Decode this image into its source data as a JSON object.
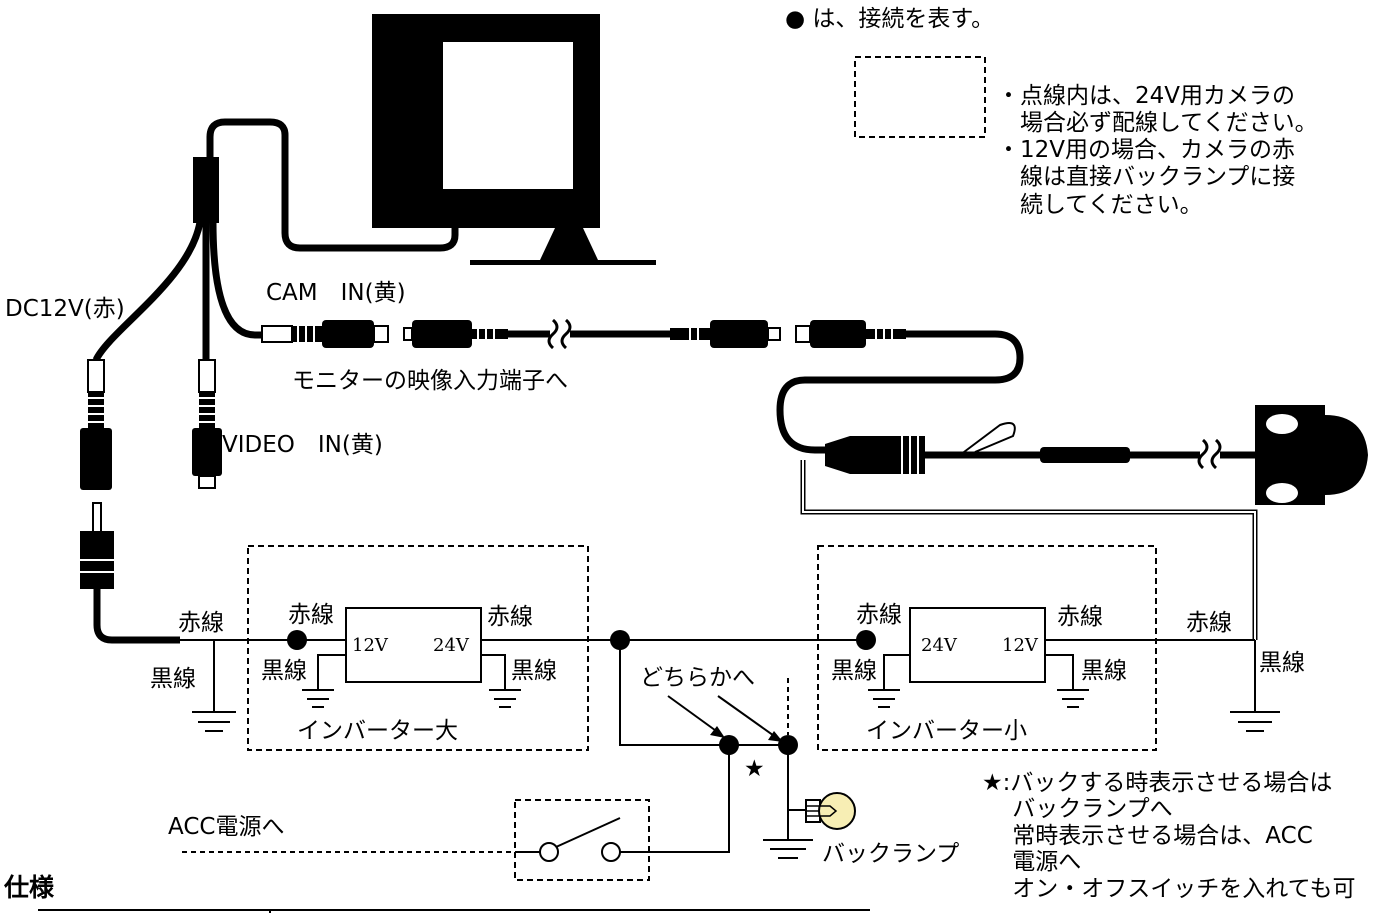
{
  "legend": {
    "dot_text": "● は、接続を表す。",
    "dashed_notes": [
      "・点線内は、24V用カメラの",
      "　場合必ず配線してください。",
      "・12V用の場合、カメラの赤",
      "　線は直接バックランプに接",
      "　続してください。"
    ]
  },
  "labels": {
    "dc12v": "DC12V(赤)",
    "cam_in": "CAM　IN(黄)",
    "monitor_input": "モニターの映像入力端子へ",
    "video_in": "VIDEO　IN(黄)",
    "red_wire": "赤線",
    "black_wire": "黒線",
    "inverter_large": "インバーター大",
    "inverter_small": "インバーター小",
    "v12": "12V",
    "v24": "24V",
    "either": "どちらかへ",
    "star": "★",
    "acc_power": "ACC電源へ",
    "back_lamp": "バックランプ",
    "spec_title": "仕様"
  },
  "star_notes": [
    "★:バックする時表示させる場合は",
    "　 バックランプへ",
    "　 常時表示させる場合は、ACC",
    "　 電源へ",
    "　 オン・オフスイッチを入れても可"
  ]
}
